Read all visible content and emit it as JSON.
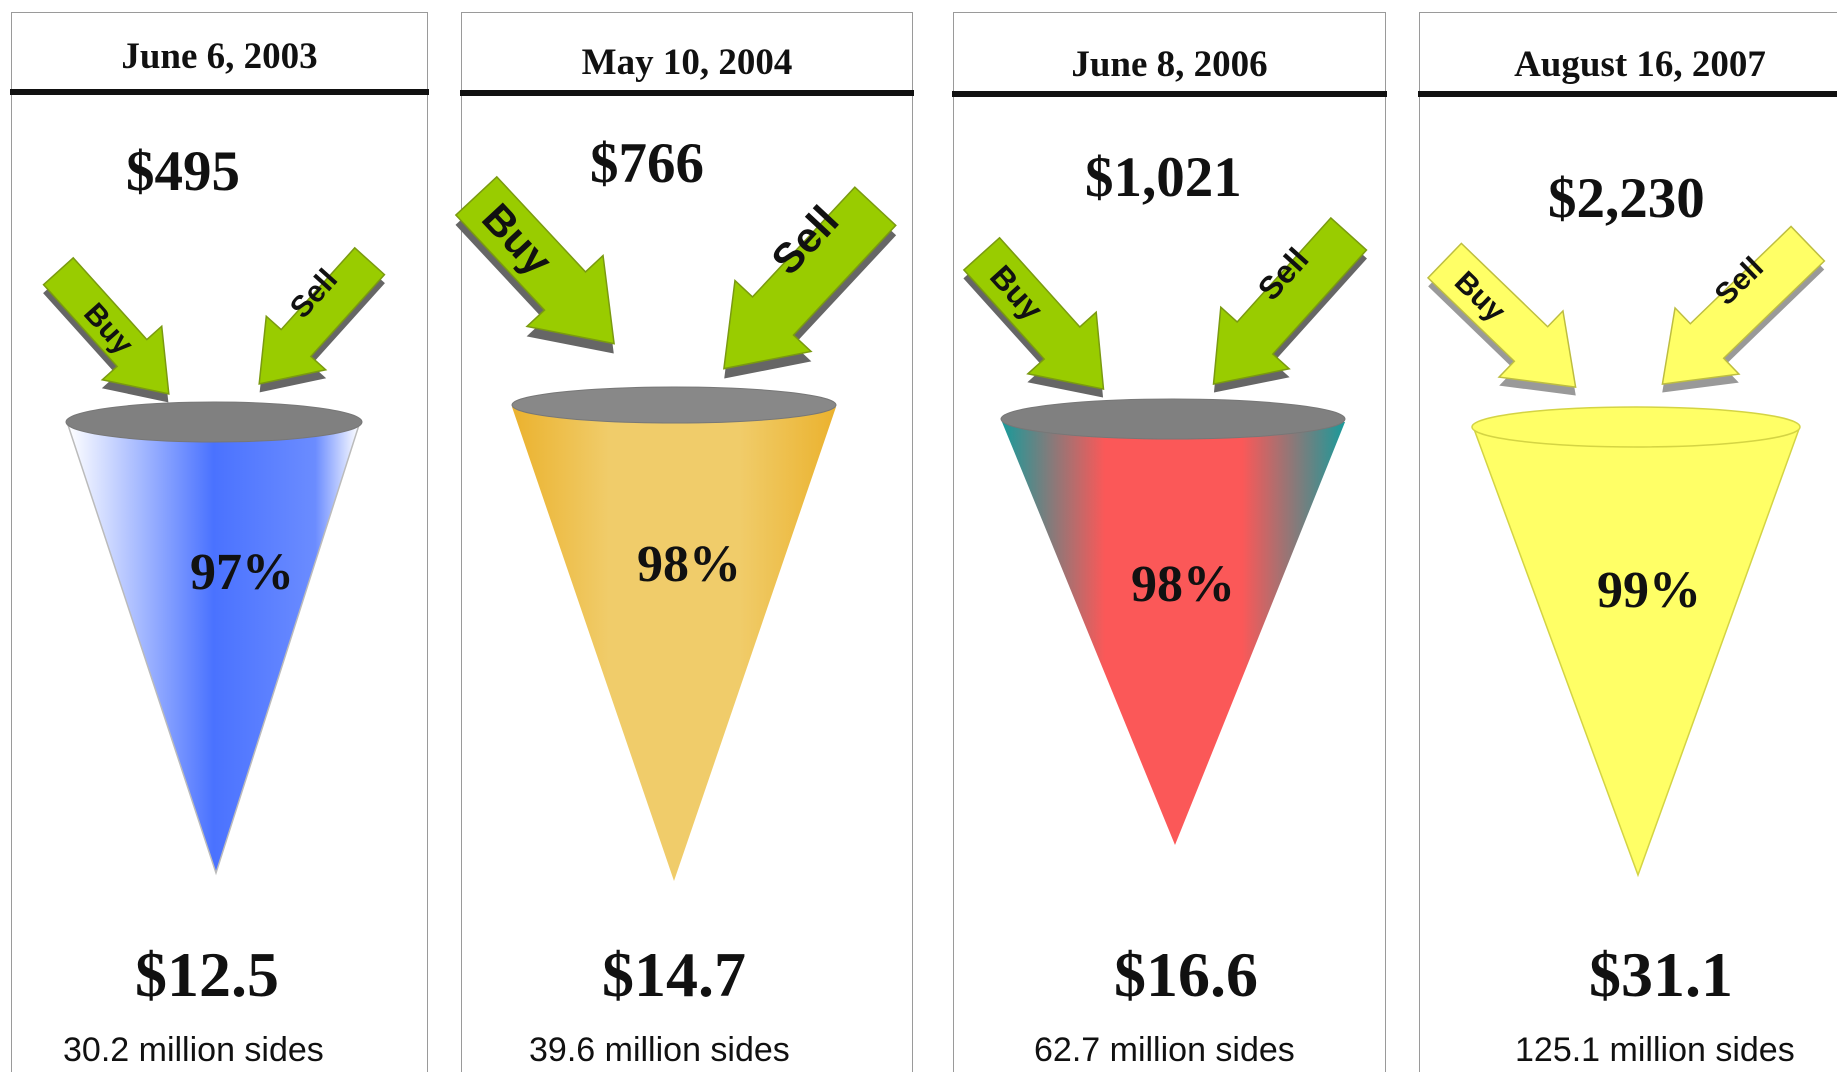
{
  "panels": [
    {
      "date": "June 6, 2003",
      "price": "$495",
      "percent": "97%",
      "amount": "$12.5",
      "sides": "30.2 million sides",
      "buy_label": "Buy",
      "sell_label": "Sell",
      "cone_colors": {
        "edge": "#ffffff",
        "center": "#4a72ff"
      },
      "arrow_color": "#99cc00"
    },
    {
      "date": "May 10, 2004",
      "price": "$766",
      "percent": "98%",
      "amount": "$14.7",
      "sides": "39.6 million sides",
      "buy_label": "Buy",
      "sell_label": "Sell",
      "cone_colors": {
        "edge": "#ebb22e",
        "center": "#f0cc6a"
      },
      "arrow_color": "#99cc00"
    },
    {
      "date": "June 8, 2006",
      "price": "$1,021",
      "percent": "98%",
      "amount": "$16.6",
      "sides": "62.7 million sides",
      "buy_label": "Buy",
      "sell_label": "Sell",
      "cone_colors": {
        "edge": "#1a9a9a",
        "center": "#fb5858"
      },
      "arrow_color": "#99cc00"
    },
    {
      "date": "August 16, 2007",
      "price": "$2,230",
      "percent": "99%",
      "amount": "$31.1",
      "sides": "125.1 million sides",
      "buy_label": "Buy",
      "sell_label": "Sell",
      "cone_colors": {
        "edge": "#ffff66",
        "center": "#ffff66"
      },
      "arrow_color": "#ffff66"
    }
  ]
}
